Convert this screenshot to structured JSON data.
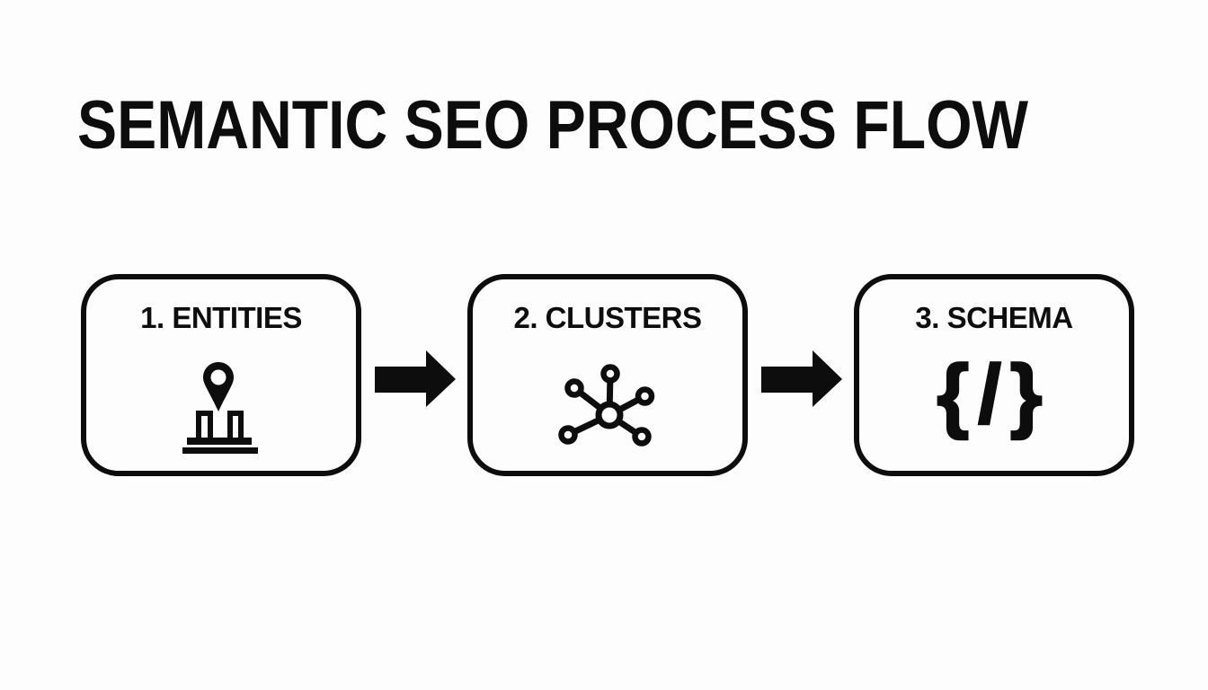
{
  "title": "SEMANTIC SEO PROCESS FLOW",
  "colors": {
    "background": "#fdfdfd",
    "ink": "#0d0d0d"
  },
  "flow": {
    "steps": [
      {
        "label": "1. ENTITIES",
        "icon": "map-pin-landmark-icon"
      },
      {
        "label": "2. CLUSTERS",
        "icon": "network-hub-icon"
      },
      {
        "label": "3. SCHEMA",
        "icon": "code-braces-icon",
        "glyph": "{/}"
      }
    ],
    "connectors": [
      {
        "icon": "flow-arrow-icon",
        "direction": "right"
      },
      {
        "icon": "flow-arrow-icon",
        "direction": "right"
      }
    ]
  }
}
